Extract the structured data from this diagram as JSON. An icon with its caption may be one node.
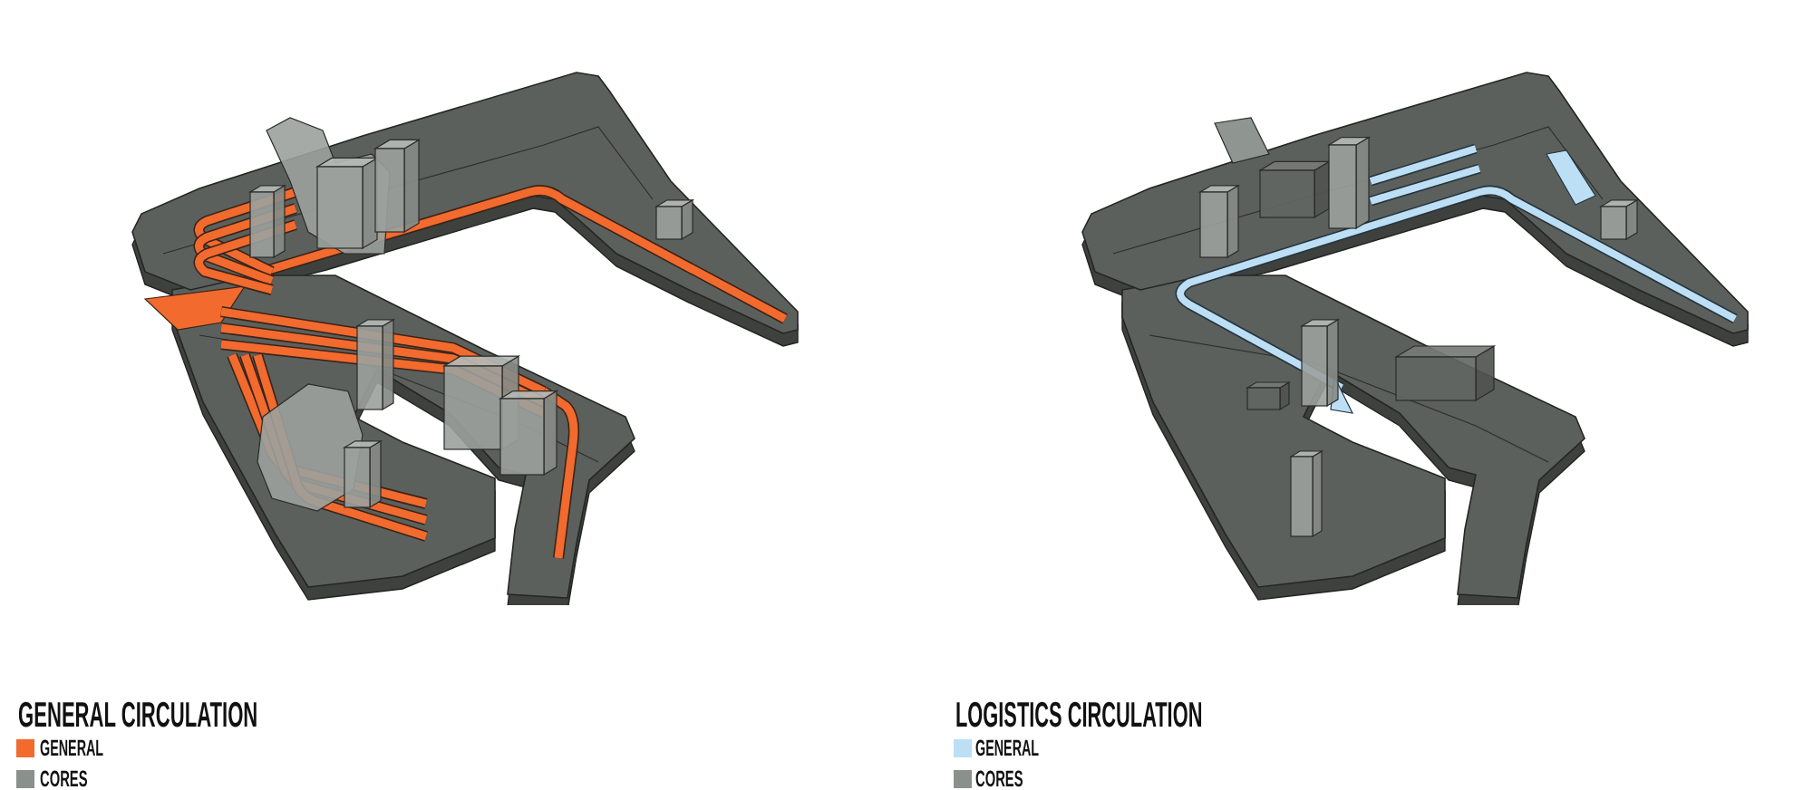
{
  "diagram": {
    "labels": [
      "GENERAL CIRCULATION",
      "LOGISTICS CIRCULATION"
    ],
    "legend": [
      {
        "text": "GENERAL",
        "color": "#f26a2e"
      },
      {
        "text": "CORES",
        "color": "#8a918c"
      },
      {
        "text": "GENERAL",
        "color": "#bcdff5"
      },
      {
        "text": "CORES",
        "color": "#8a918c"
      }
    ]
  }
}
